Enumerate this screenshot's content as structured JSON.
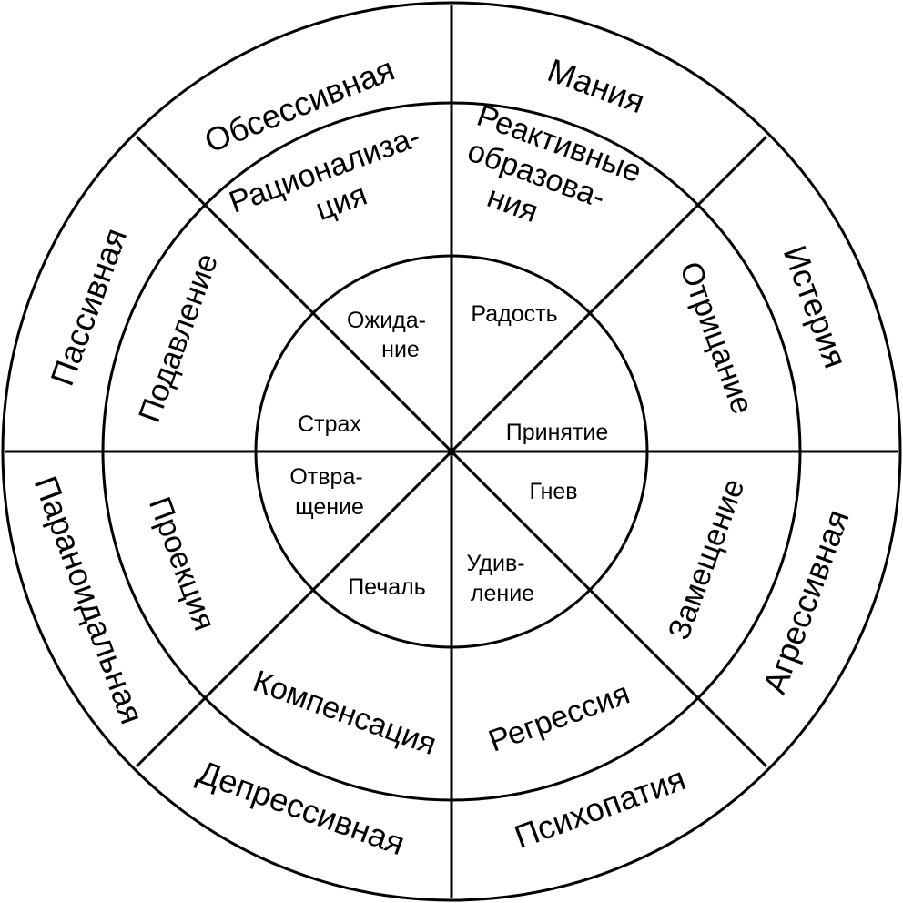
{
  "outer_ring": [
    "Обсессивная",
    "Мания",
    "Истерия",
    "Агрессивная",
    "Психопатия",
    "Депрессивная",
    "Параноидальная",
    "Пассивная"
  ],
  "middle_ring": [
    [
      "Рационализа-",
      "ция"
    ],
    [
      "Реактивные",
      "образова-",
      "ния"
    ],
    "Отрицание",
    "Замещение",
    "Регрессия",
    "Компенсация",
    "Проекция",
    "Подавление"
  ],
  "inner_ring": {
    "expectation": [
      "Ожида-",
      "ние"
    ],
    "joy": "Радость",
    "acceptance": "Принятие",
    "anger": "Гнев",
    "surprise": [
      "Удив-",
      "ление"
    ],
    "sadness": "Печаль",
    "disgust": [
      "Отвра-",
      "щение"
    ],
    "fear": "Страх"
  }
}
